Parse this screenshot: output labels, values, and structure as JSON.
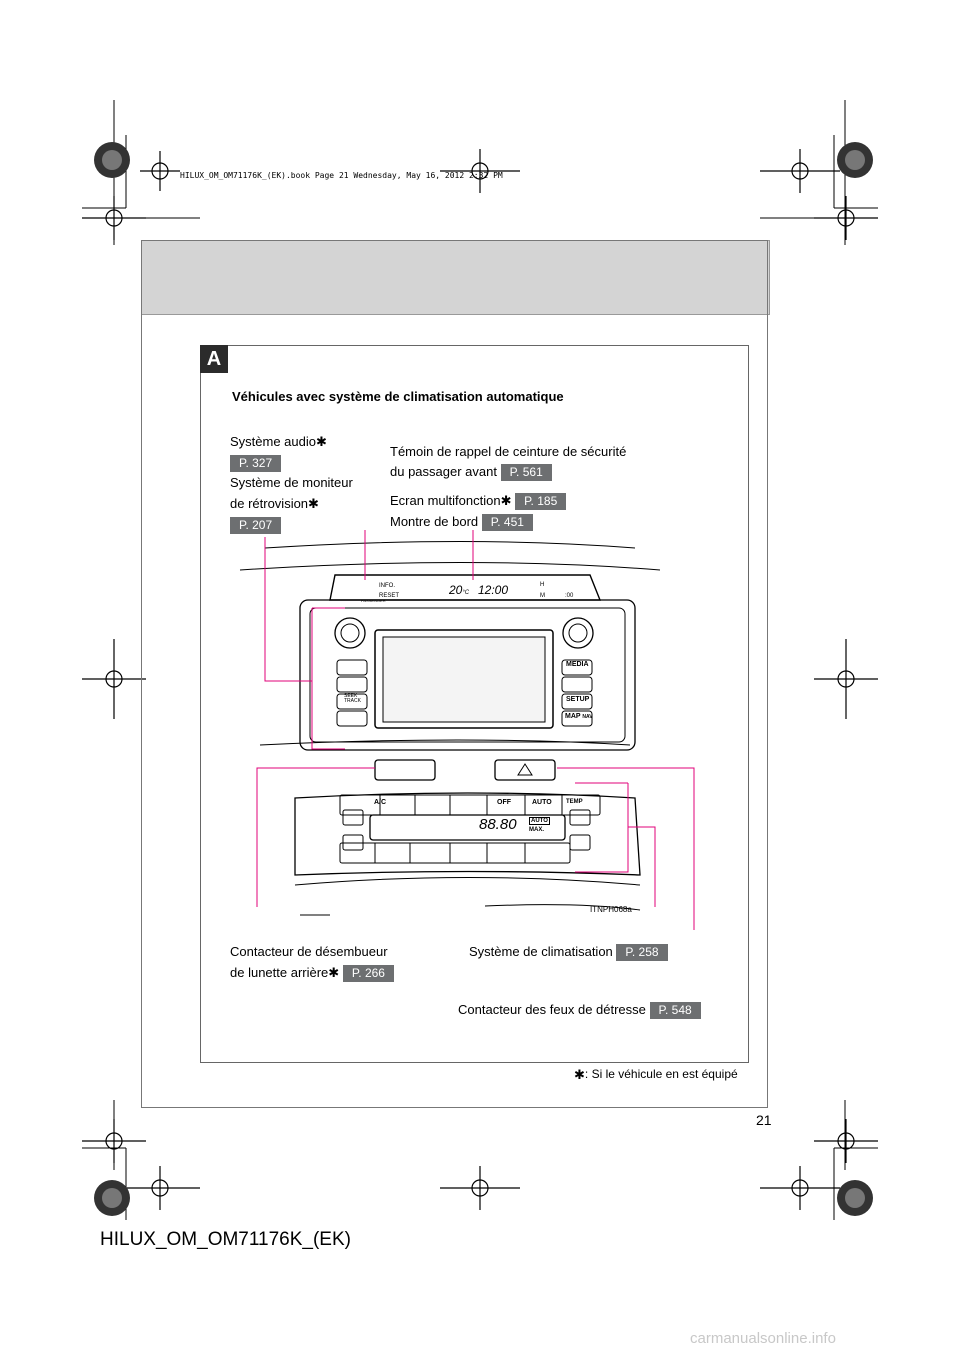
{
  "file_stamp": "HILUX_OM_OM71176K_(EK).book  Page 21  Wednesday, May 16, 2012  2:32 PM",
  "section_letter": "A",
  "heading": "Véhicules avec système de climatisation automatique",
  "callouts": {
    "audio": {
      "label": "Système audio",
      "ref": "P. 327"
    },
    "rearview": {
      "label_line1": "Système de moniteur",
      "label_line2": "de rétrovision",
      "ref": "P. 207"
    },
    "seatbelt": {
      "label_line1": "Témoin de rappel de ceinture de sécurité",
      "label_line2": "du passager avant",
      "ref": "P. 561"
    },
    "multi_display": {
      "label": "Ecran multifonction",
      "ref": "P. 185"
    },
    "clock": {
      "label": "Montre de bord",
      "ref": "P. 451"
    },
    "defogger": {
      "label_line1": "Contacteur de désembueur",
      "label_line2": "de lunette arrière",
      "ref": "P. 266"
    },
    "climate": {
      "label": "Système de climatisation",
      "ref": "P. 258"
    },
    "hazard": {
      "label": "Contacteur des feux de détresse",
      "ref": "P. 548"
    }
  },
  "illustration_code": "ITNPH068a",
  "dashboard_labels": {
    "info": "INFO.",
    "reset": "RESET",
    "passenger": "PASSENGER",
    "temp_display": "20",
    "temp_unit": "°C",
    "clock_display": "12:00",
    "h": "H",
    "m": "M",
    "odo": ":00",
    "media": "MEDIA",
    "setup": "SETUP",
    "map": "MAP",
    "nav": "NAV",
    "seek_track": "SEEK TRACK",
    "ac": "A/C",
    "fan_off": "OFF",
    "auto": "AUTO",
    "temp": "TEMP",
    "climate_display": "88.80",
    "auto_small": "AUTO",
    "max": "MAX."
  },
  "footnote": ": Si le véhicule en est équipé",
  "page_number": "21",
  "footer_id": "HILUX_OM_OM71176K_(EK)",
  "watermark": "carmanualsonline.info",
  "colors": {
    "callout_line": "#e0007a",
    "ref_bg": "#6d6f71",
    "header_band": "#d4d4d4"
  }
}
